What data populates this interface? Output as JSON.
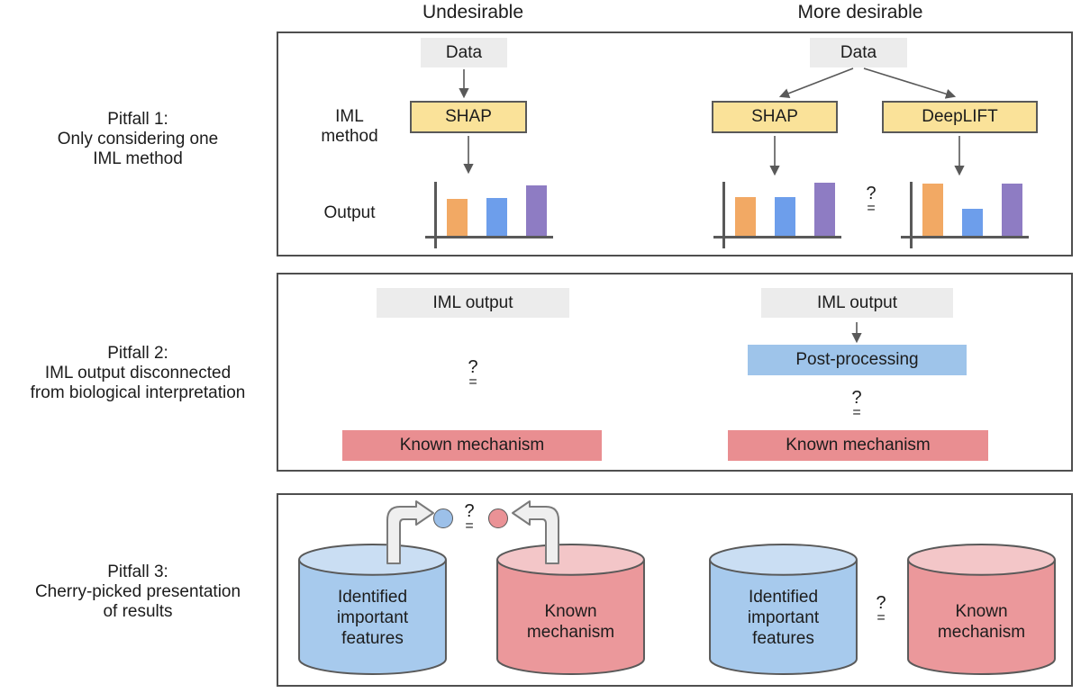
{
  "title_row": {
    "undesirable": "Undesirable",
    "more_desirable": "More desirable"
  },
  "sym": {
    "q": "?",
    "e": "="
  },
  "pitfall_labels": {
    "p1": "Pitfall 1:\nOnly considering one\nIML method",
    "p2": "Pitfall 2:\nIML output disconnected\nfrom biological interpretation",
    "p3": "Pitfall 3:\nCherry-picked presentation\nof results"
  },
  "panel1": {
    "row_label_method": "IML\nmethod",
    "row_label_output": "Output",
    "undesirable": {
      "data_label": "Data",
      "method_label": "SHAP"
    },
    "desirable": {
      "data_label": "Data",
      "method1_label": "SHAP",
      "method2_label": "DeepLIFT"
    }
  },
  "panel2": {
    "undesirable": {
      "iml_output_label": "IML output",
      "known_mechanism_label": "Known mechanism"
    },
    "desirable": {
      "iml_output_label": "IML output",
      "post_processing_label": "Post-processing",
      "known_mechanism_label": "Known mechanism"
    }
  },
  "panel3": {
    "undesirable": {
      "features_label": "Identified\nimportant\nfeatures",
      "mechanism_label": "Known\nmechanism"
    },
    "desirable": {
      "features_label": "Identified\nimportant\nfeatures",
      "mechanism_label": "Known\nmechanism"
    }
  },
  "colors": {
    "box_gray": "#ECECEC",
    "box_yellow": "#FAE299",
    "box_blue": "#9EC4EA",
    "box_red": "#E98E91",
    "cylinder_blue_body": "#A7CAED",
    "cylinder_blue_top": "#CADEF3",
    "cylinder_red_body": "#EB989B",
    "cylinder_red_top": "#F3C6C8",
    "circle_blue": "#9CC0E9",
    "circle_red": "#EA9296",
    "stroke": "#595959",
    "panel_border": "#4f4f4f"
  },
  "chart_data": {
    "type": "bar",
    "description": "Schematic feature-importance bar charts; no axis labels or tick values are shown in the figure",
    "bar_colors": [
      "#F2A964",
      "#6D9EEB",
      "#8E7CC3"
    ],
    "instances": [
      {
        "id": "chart-undesirable-shap",
        "panel": "Pitfall 1 / Undesirable / SHAP output",
        "relative_heights": [
          41,
          42,
          56
        ]
      },
      {
        "id": "chart-desirable-shap",
        "panel": "Pitfall 1 / More desirable / SHAP output",
        "relative_heights": [
          43,
          43,
          59
        ]
      },
      {
        "id": "chart-desirable-deeplift",
        "panel": "Pitfall 1 / More desirable / DeepLIFT output",
        "relative_heights": [
          58,
          30,
          58
        ]
      }
    ]
  }
}
